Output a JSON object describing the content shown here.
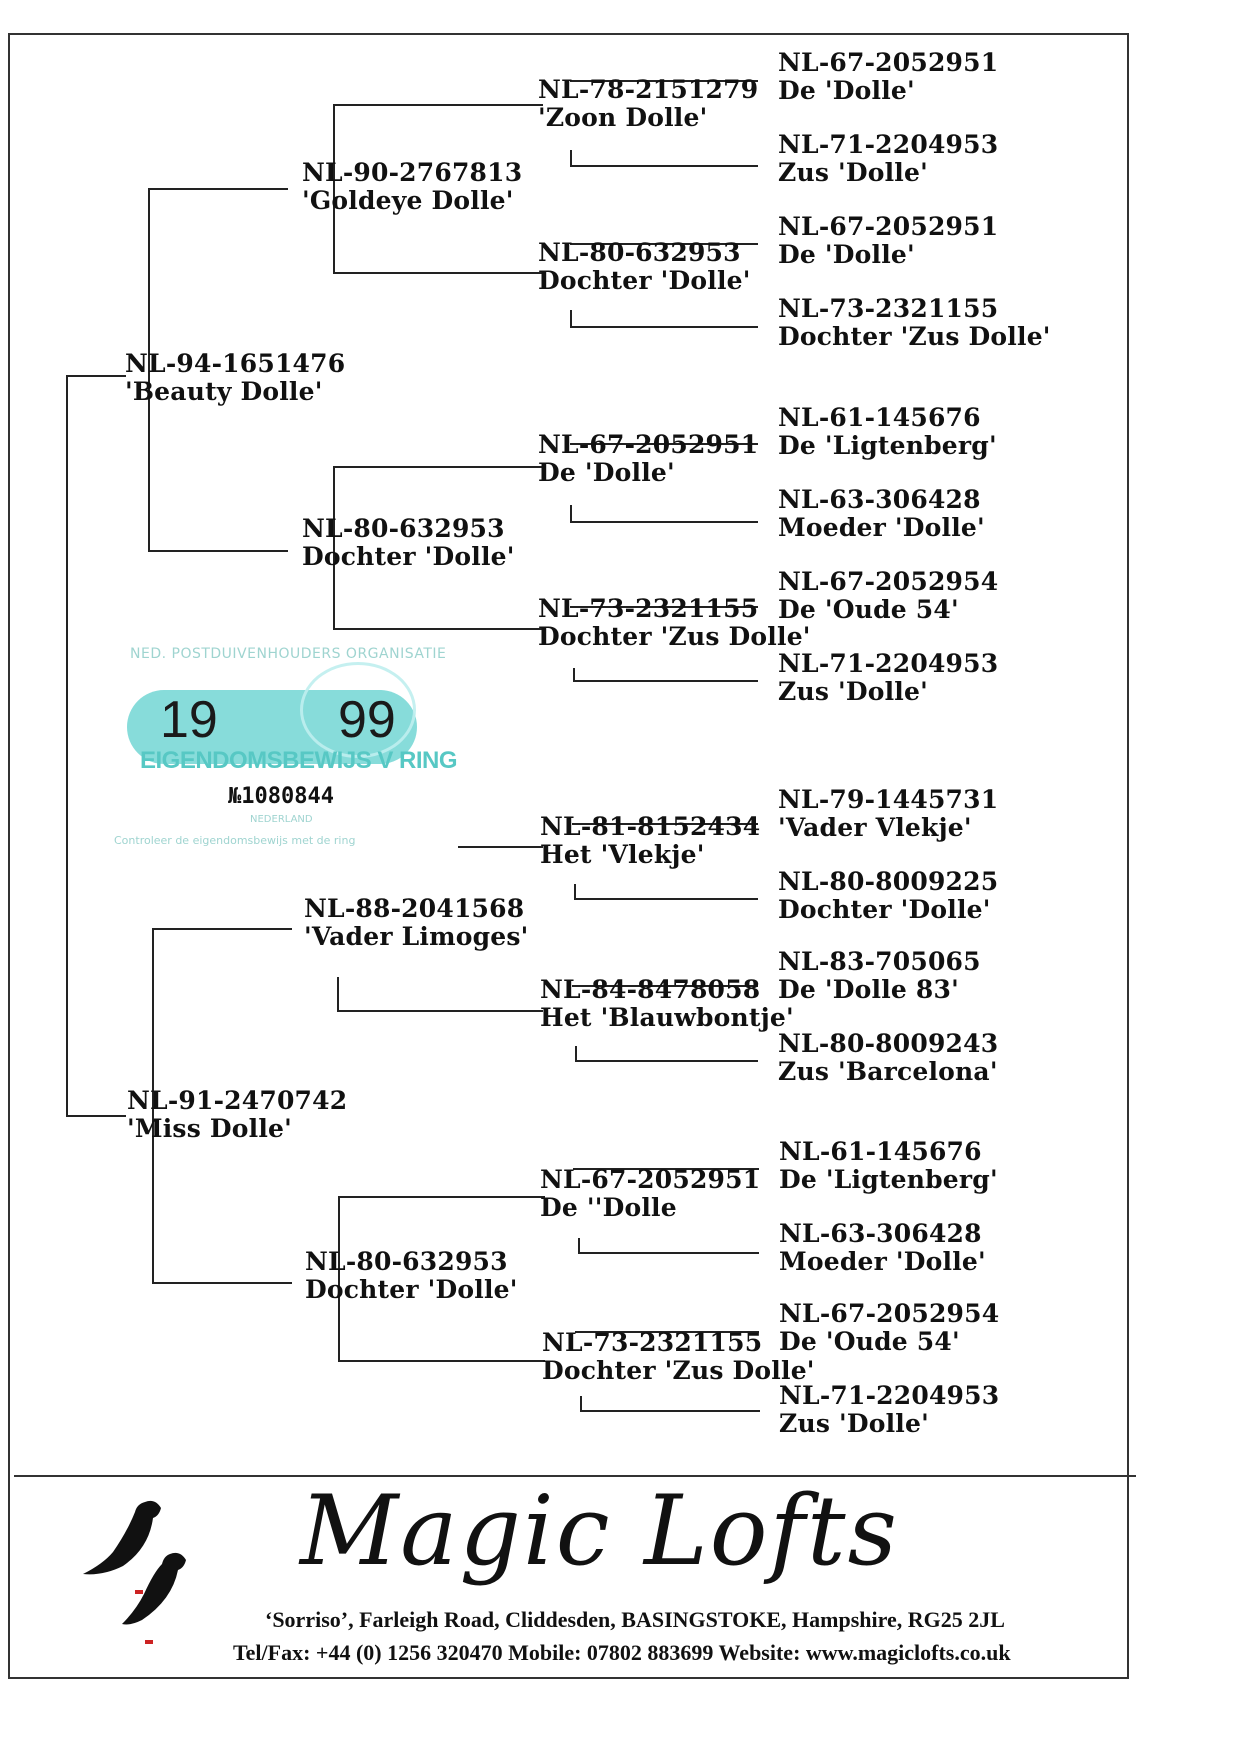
{
  "pedigree": {
    "g1": [
      {
        "ring": "NL-94-1651476",
        "name": "'Beauty Dolle'"
      },
      {
        "ring": "NL-91-2470742",
        "name": "'Miss Dolle'"
      }
    ],
    "g2": [
      {
        "ring": "NL-90-2767813",
        "name": "'Goldeye Dolle'"
      },
      {
        "ring": "NL-80-632953",
        "name": "Dochter 'Dolle'"
      },
      {
        "ring": "NL-88-2041568",
        "name": "'Vader Limoges'"
      },
      {
        "ring": "NL-80-632953",
        "name": "Dochter 'Dolle'"
      }
    ],
    "g3": [
      {
        "ring": "NL-78-2151279",
        "name": "'Zoon Dolle'"
      },
      {
        "ring": "NL-80-632953",
        "name": "Dochter 'Dolle'"
      },
      {
        "ring": "NL-67-2052951",
        "name": "De 'Dolle'"
      },
      {
        "ring": "NL-73-2321155",
        "name": "Dochter 'Zus Dolle'"
      },
      {
        "ring": "NL-81-8152434",
        "name": "Het 'Vlekje'"
      },
      {
        "ring": "NL-84-8478058",
        "name": "Het 'Blauwbontje'"
      },
      {
        "ring": "NL-67-2052951",
        "name": "De ''Dolle"
      },
      {
        "ring": "NL-73-2321155",
        "name": "Dochter 'Zus Dolle'"
      }
    ],
    "g4": [
      {
        "ring": "NL-67-2052951",
        "name": "De 'Dolle'"
      },
      {
        "ring": "NL-71-2204953",
        "name": "Zus 'Dolle'"
      },
      {
        "ring": "NL-67-2052951",
        "name": "De 'Dolle'"
      },
      {
        "ring": "NL-73-2321155",
        "name": "Dochter 'Zus Dolle'"
      },
      {
        "ring": "NL-61-145676",
        "name": "De 'Ligtenberg'"
      },
      {
        "ring": "NL-63-306428",
        "name": "Moeder 'Dolle'"
      },
      {
        "ring": "NL-67-2052954",
        "name": "De 'Oude 54'"
      },
      {
        "ring": "NL-71-2204953",
        "name": "Zus 'Dolle'"
      },
      {
        "ring": "NL-79-1445731",
        "name": "'Vader Vlekje'"
      },
      {
        "ring": "NL-80-8009225",
        "name": "Dochter 'Dolle'"
      },
      {
        "ring": "NL-83-705065",
        "name": "De 'Dolle 83'"
      },
      {
        "ring": "NL-80-8009243",
        "name": "Zus 'Barcelona'"
      },
      {
        "ring": "NL-61-145676",
        "name": "De 'Ligtenberg'"
      },
      {
        "ring": "NL-63-306428",
        "name": "Moeder 'Dolle'"
      },
      {
        "ring": "NL-67-2052954",
        "name": "De 'Oude 54'"
      },
      {
        "ring": "NL-71-2204953",
        "name": "Zus 'Dolle'"
      }
    ]
  },
  "ring_card": {
    "header": "NED. POSTDUIVENHOUDERS ORGANISATIE",
    "year_left": "19",
    "year_right": "99",
    "label": "EIGENDOMSBEWIJS V RING",
    "number": "№1080844",
    "country": "NEDERLAND",
    "footnote": "Controleer de eigendomsbewijs met de ring"
  },
  "footer": {
    "logo_text": "Magic Lofts",
    "address": "‘Sorriso’, Farleigh Road, Cliddesden, BASINGSTOKE, Hampshire, RG25 2JL",
    "contact": "Tel/Fax: +44 (0) 1256 320470   Mobile: 07802 883699   Website:  www.magiclofts.co.uk"
  }
}
